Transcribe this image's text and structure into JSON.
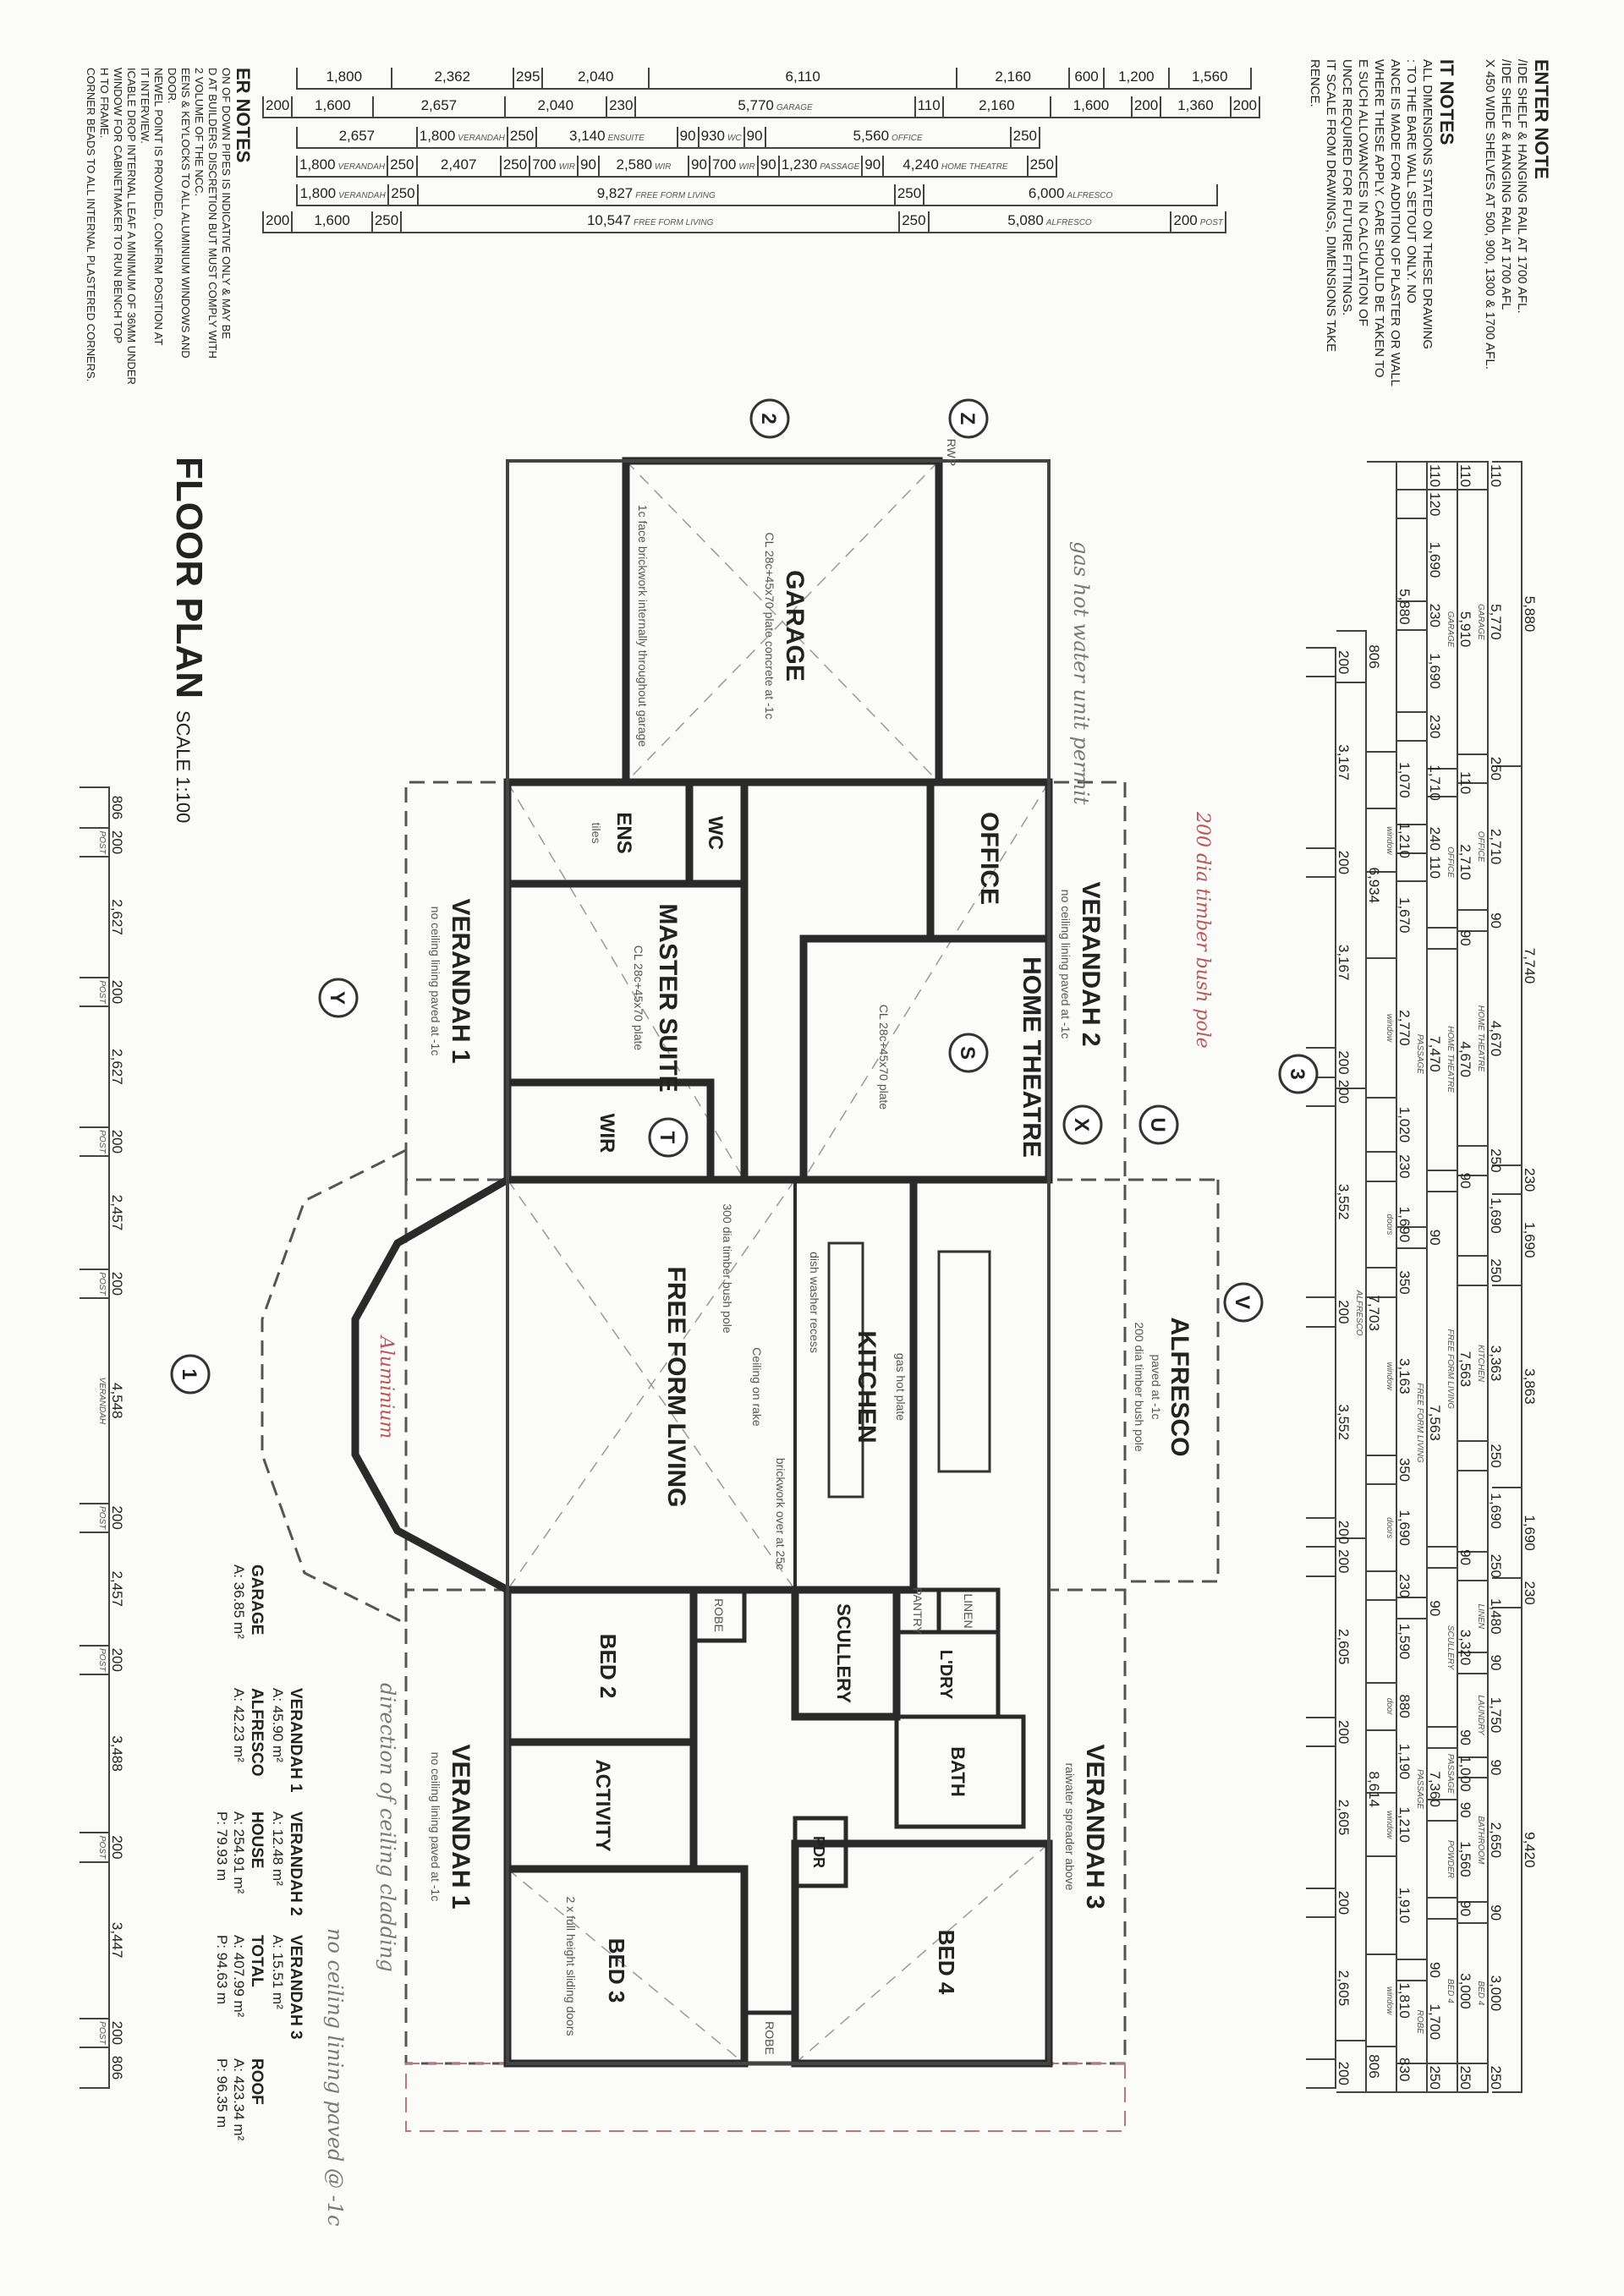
{
  "title": {
    "main": "FLOOR PLAN",
    "scale": "SCALE 1:100"
  },
  "rooms": {
    "garage": "GARAGE",
    "garage_sub": "CL 28c+45x70 plate concrete at -1c",
    "garage_note": "1c face brickwork internally throughout garage",
    "office": "OFFICE",
    "home_theatre": "HOME THEATRE",
    "home_theatre_sub": "CL 28c+45x70 plate",
    "wc": "WC",
    "ens": "ENS",
    "tiles": "tiles",
    "master_suite": "MASTER SUITE",
    "master_sub": "CL 28c+45x70 plate",
    "wir": "WIR",
    "verandah1": "VERANDAH 1",
    "verandah2": "VERANDAH 2",
    "verandah3": "VERANDAH 3",
    "verandah_sub": "no ceiling lining paved at -1c",
    "spreader": "raiwater spreader above",
    "free_form_living": "FREE FORM LIVING",
    "ceiling_rake": "Ceiling on rake",
    "pole": "300 dia timber bush pole",
    "kitchen": "KITCHEN",
    "kitchen_sub": "gas hot plate",
    "dish_washer": "dish washer recess",
    "alfresco": "ALFRESCO",
    "alfresco_sub": "paved at -1c",
    "alfresco_pole": "200 dia timber bush pole",
    "bed2": "BED 2",
    "bed3": "BED 3",
    "bed4": "BED 4",
    "activity": "ACTIVITY",
    "scullery": "SCULLERY",
    "pantry": "PANTRY",
    "linen": "LINEN",
    "ldry": "L'DRY",
    "bath": "BATH",
    "pdr": "PDR",
    "robe": "ROBE",
    "sliding": "2 x full height sliding doors",
    "brickwork": "brickwork over at 25c",
    "rwp": "RWP"
  },
  "markers": [
    "Z",
    "2",
    "1",
    "3",
    "Y",
    "X",
    "S",
    "T",
    "U",
    "V"
  ],
  "handwritten": {
    "gas": "gas hot water unit permit",
    "cladding": "direction of ceiling cladding",
    "no_lining": "no ceiling lining paved @ -1c",
    "aluminium": "Aluminium",
    "bush_pole": "200 dia timber bush pole"
  },
  "areas": [
    {
      "name": "VERANDAH 1",
      "a": "A: 45.90 m²",
      "p": ""
    },
    {
      "name": "VERANDAH 2",
      "a": "A: 12.48 m²",
      "p": ""
    },
    {
      "name": "VERANDAH 3",
      "a": "A: 15.51 m²",
      "p": ""
    },
    {
      "name": "GARAGE",
      "a": "A: 36.85 m²",
      "p": ""
    },
    {
      "name": "ALFRESCO",
      "a": "A: 42.23 m²",
      "p": ""
    },
    {
      "name": "HOUSE",
      "a": "A: 254.91 m²",
      "p": "P: 79.93 m"
    },
    {
      "name": "TOTAL",
      "a": "A: 407.99 m²",
      "p": "P: 94.63 m"
    },
    {
      "name": "ROOF",
      "a": "A: 423.34 m²",
      "p": "P: 96.35 m"
    }
  ],
  "notes_general": {
    "heading": "IT NOTES",
    "lines": [
      "ALL DIMENSIONS STATED ON THESE DRAWING",
      ": TO THE BARE WALL SETOUT ONLY. NO",
      "ANCE IS MADE FOR ADDITION OF PLASTER OR WALL",
      "WHERE THESE APPLY. CARE SHOULD BE TAKEN TO",
      "E SUCH ALLOWANCES IN CALCULATION OF",
      "UNCE REQUIRED FOR FUTURE FITTINGS.",
      "IT SCALE FROM DRAWINGS, DIMENSIONS TAKE",
      "RENCE."
    ]
  },
  "notes_enter": {
    "heading": "ENTER NOTE",
    "lines": [
      "/IDE SHELF & HANGING RAIL AT 1700 AFL.",
      "/IDE SHELF & HANGING RAIL AT 1700 AFL",
      "x 450 WIDE SHELVES AT 500, 900, 1300 & 1700 AFL."
    ]
  },
  "notes_builder": {
    "heading": "ER NOTES",
    "lines": [
      "ON OF DOWN PIPES IS INDICATIVE ONLY & MAY BE",
      "D AT BUILDERS DISCRETION BUT MUST COMPLY WITH",
      "2 VOLUME OF THE NCC.",
      "EENS & KEYLOCKS TO ALL ALUMINIUM WINDOWS AND",
      "DOOR.",
      "NEWEL POINT IS PROVIDED, CONFIRM POSITION AT",
      "IT INTERVIEW.",
      "ICABLE DROP INTERNAL LEAF A MINIMUM OF 36mm UNDER",
      "WINDOW FOR CABINETMAKER TO RUN BENCH TOP",
      "H TO FRAME.",
      "CORNER BEADS TO ALL INTERNAL PLASTERED CORNERS."
    ]
  },
  "dims_top": [
    [
      [
        "1,800",
        ""
      ],
      [
        "2,362",
        ""
      ],
      [
        "295",
        ""
      ],
      [
        "2,040",
        ""
      ],
      [
        "6,110",
        ""
      ],
      [
        "2,160",
        ""
      ],
      [
        "600",
        ""
      ],
      [
        "1,200",
        ""
      ],
      [
        "1,560",
        ""
      ]
    ],
    [
      [
        "200",
        ""
      ],
      [
        "1,600",
        ""
      ],
      [
        "2,657",
        ""
      ],
      [
        "2,040",
        ""
      ],
      [
        "230",
        ""
      ],
      [
        "5,770",
        "GARAGE"
      ],
      [
        "110",
        ""
      ],
      [
        "2,160",
        ""
      ],
      [
        "1,600",
        ""
      ],
      [
        "200",
        ""
      ],
      [
        "1,360",
        ""
      ],
      [
        "200",
        ""
      ]
    ],
    [
      [
        "2,657",
        ""
      ],
      [
        "1,800",
        "VERANDAH"
      ],
      [
        "250",
        ""
      ],
      [
        "3,140",
        "ENSUITE"
      ],
      [
        "90",
        ""
      ],
      [
        "930",
        "WC"
      ],
      [
        "90",
        ""
      ],
      [
        "5,560",
        "OFFICE"
      ],
      [
        "250",
        ""
      ]
    ],
    [
      [
        "1,800",
        "VERANDAH"
      ],
      [
        "250",
        ""
      ],
      [
        "2,407",
        ""
      ],
      [
        "250",
        ""
      ],
      [
        "700",
        "WIR"
      ],
      [
        "90",
        ""
      ],
      [
        "2,580",
        "WIR"
      ],
      [
        "90",
        ""
      ],
      [
        "700",
        "WIR"
      ],
      [
        "90",
        ""
      ],
      [
        "1,230",
        "PASSAGE"
      ],
      [
        "90",
        ""
      ],
      [
        "4,240",
        "HOME THEATRE"
      ],
      [
        "250",
        ""
      ]
    ],
    [
      [
        "1,800",
        "VERANDAH"
      ],
      [
        "250",
        ""
      ],
      [
        "9,827",
        "FREE FORM LIVING"
      ],
      [
        "250",
        ""
      ],
      [
        "6,000",
        "ALFRESCO"
      ]
    ],
    [
      [
        "200",
        ""
      ],
      [
        "1,600",
        ""
      ],
      [
        "250",
        ""
      ],
      [
        "10,547",
        "FREE FORM LIVING"
      ],
      [
        "250",
        ""
      ],
      [
        "5,080",
        "ALFRESCO"
      ],
      [
        "200",
        "POST"
      ]
    ]
  ],
  "dims_side": [
    [
      [
        "5,880",
        ""
      ],
      [
        "7,740",
        ""
      ],
      [
        "230",
        ""
      ],
      [
        "1,690",
        ""
      ],
      [
        "3,863",
        ""
      ],
      [
        "1,690",
        ""
      ],
      [
        "230",
        ""
      ],
      [
        "9,420",
        ""
      ]
    ],
    [
      [
        "110",
        ""
      ],
      [
        "5,770",
        "GARAGE"
      ],
      [
        "250",
        ""
      ],
      [
        "2,710",
        "OFFICE"
      ],
      [
        "90",
        ""
      ],
      [
        "4,670",
        "HOME THEATRE"
      ],
      [
        "250",
        ""
      ],
      [
        "1,690",
        ""
      ],
      [
        "250",
        ""
      ],
      [
        "3,363",
        "KITCHEN"
      ],
      [
        "250",
        ""
      ],
      [
        "1,690",
        ""
      ],
      [
        "250",
        ""
      ],
      [
        "1,480",
        "LINEN"
      ],
      [
        "90",
        ""
      ],
      [
        "1,750",
        "LAUNDRY"
      ],
      [
        "90",
        ""
      ],
      [
        "2,650",
        "BATHROOM"
      ],
      [
        "90",
        ""
      ],
      [
        "3,000",
        "BED 4"
      ],
      [
        "250",
        ""
      ]
    ],
    [
      [
        "110",
        ""
      ],
      [
        "5,910",
        "GARAGE"
      ],
      [
        "110",
        ""
      ],
      [
        "2,710",
        "OFFICE"
      ],
      [
        "90",
        ""
      ],
      [
        "4,670",
        "HOME THEATRE"
      ],
      [
        "90",
        ""
      ],
      [
        "7,563",
        "FREE FORM LIVING"
      ],
      [
        "90",
        ""
      ],
      [
        "3,320",
        "SCULLERY"
      ],
      [
        "90",
        ""
      ],
      [
        "1,000",
        "PASSAGE"
      ],
      [
        "90",
        ""
      ],
      [
        "1,560",
        "POWDER"
      ],
      [
        "90",
        ""
      ],
      [
        "3,000",
        "BED 4"
      ],
      [
        "250",
        ""
      ]
    ],
    [
      [
        "110",
        ""
      ],
      [
        "120",
        ""
      ],
      [
        "1,690",
        ""
      ],
      [
        "230",
        ""
      ],
      [
        "1,690",
        ""
      ],
      [
        "230",
        ""
      ],
      [
        "1,710",
        ""
      ],
      [
        "240",
        ""
      ],
      [
        "110",
        ""
      ],
      [
        "7,470",
        "PASSAGE"
      ],
      [
        "90",
        ""
      ],
      [
        "7,563",
        "FREE FORM LIVING"
      ],
      [
        "90",
        ""
      ],
      [
        "7,360",
        "PASSAGE"
      ],
      [
        "90",
        ""
      ],
      [
        "1,700",
        "ROBE"
      ],
      [
        "250",
        ""
      ]
    ],
    [
      [
        "5,880",
        ""
      ],
      [
        "1,070",
        ""
      ],
      [
        "1,210",
        "window"
      ],
      [
        "1,670",
        ""
      ],
      [
        "2,770",
        "window"
      ],
      [
        "1,020",
        ""
      ],
      [
        "230",
        ""
      ],
      [
        "1,690",
        "doors"
      ],
      [
        "350",
        ""
      ],
      [
        "3,163",
        "window"
      ],
      [
        "350",
        ""
      ],
      [
        "1,690",
        "doors"
      ],
      [
        "230",
        ""
      ],
      [
        "1,590",
        ""
      ],
      [
        "880",
        "door"
      ],
      [
        "1,190",
        ""
      ],
      [
        "1,210",
        "window"
      ],
      [
        "1,910",
        ""
      ],
      [
        "1,810",
        "window"
      ],
      [
        "830",
        ""
      ]
    ],
    [
      [
        "806",
        ""
      ],
      [
        "6,934",
        ""
      ],
      [
        "7,703",
        "ALFRESCO"
      ],
      [
        "8,614",
        ""
      ],
      [
        "806",
        ""
      ]
    ],
    [
      [
        "200",
        ""
      ],
      [
        "3,167",
        ""
      ],
      [
        "200",
        ""
      ],
      [
        "3,167",
        ""
      ],
      [
        "200",
        ""
      ],
      [
        "200",
        ""
      ],
      [
        "3,552",
        ""
      ],
      [
        "200",
        ""
      ],
      [
        "3,552",
        ""
      ],
      [
        "200",
        ""
      ],
      [
        "200",
        ""
      ],
      [
        "2,605",
        ""
      ],
      [
        "200",
        ""
      ],
      [
        "2,605",
        ""
      ],
      [
        "200",
        ""
      ],
      [
        "2,605",
        ""
      ],
      [
        "200",
        ""
      ]
    ]
  ],
  "dims_bottom": [
    [
      [
        "806",
        ""
      ],
      [
        "200",
        "POST"
      ],
      [
        "2,627",
        ""
      ],
      [
        "200",
        "POST"
      ],
      [
        "2,627",
        ""
      ],
      [
        "200",
        "POST"
      ],
      [
        "2,457",
        ""
      ],
      [
        "200",
        "POST"
      ],
      [
        "4,548",
        "VERANDAH"
      ],
      [
        "200",
        "POST"
      ],
      [
        "2,457",
        ""
      ],
      [
        "200",
        "POST"
      ],
      [
        "3,488",
        ""
      ],
      [
        "200",
        "POST"
      ],
      [
        "3,447",
        ""
      ],
      [
        "200",
        "POST"
      ],
      [
        "806",
        ""
      ]
    ]
  ]
}
